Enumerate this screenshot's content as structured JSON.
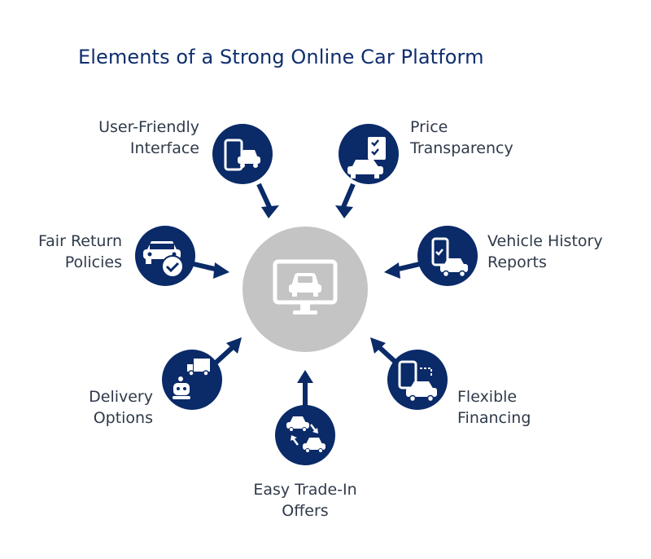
{
  "title": "Elements of a Strong Online Car Platform",
  "colors": {
    "node": "#0a2a68",
    "hub": "#c4c4c4",
    "text": "#2f3a4a",
    "title": "#0f2e6e"
  },
  "hub": {
    "icon": "monitor-car-icon"
  },
  "elements": [
    {
      "id": "user-friendly",
      "line1": "User-Friendly",
      "line2": "Interface",
      "icon": "phone-car-icon"
    },
    {
      "id": "price",
      "line1": "Price",
      "line2": "Transparency",
      "icon": "car-checklist-icon"
    },
    {
      "id": "fair-return",
      "line1": "Fair Return",
      "line2": "Policies",
      "icon": "car-check-icon"
    },
    {
      "id": "history",
      "line1": "Vehicle History",
      "line2": "Reports",
      "icon": "phone-cars-icon"
    },
    {
      "id": "delivery",
      "line1": "Delivery",
      "line2": "Options",
      "icon": "truck-robot-icon"
    },
    {
      "id": "financing",
      "line1": "Flexible",
      "line2": "Financing",
      "icon": "device-car-icon"
    },
    {
      "id": "trade-in",
      "line1": "Easy Trade-In",
      "line2": "Offers",
      "icon": "car-swap-icon"
    }
  ]
}
